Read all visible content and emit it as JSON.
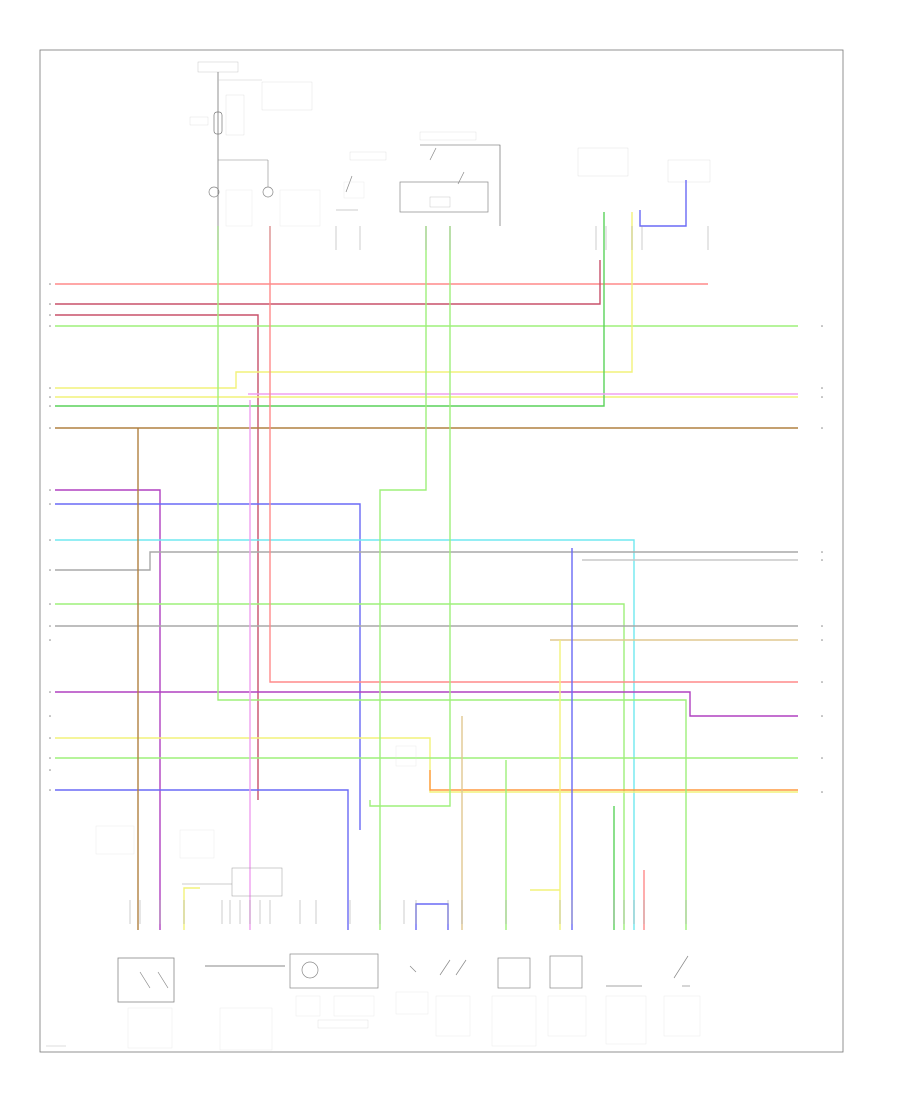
{
  "diagram": {
    "page_label": "",
    "colors": {
      "red": "#ff8a8a",
      "dark_red": "#c8506a",
      "pink": "#f0a0f0",
      "violet": "#b040c0",
      "yellow": "#f2f27a",
      "light_green": "#9ef07a",
      "green": "#5ad25a",
      "dark_green": "#3a9a3a",
      "orange": "#ff9a40",
      "brown": "#b08040",
      "blue": "#6a6af5",
      "cyan": "#70e8f0",
      "gray": "#a8a8a8",
      "tan": "#e0c890",
      "light_gray": "#c8c8c8"
    },
    "components": [
      {
        "id": "fuse-junction",
        "label": ""
      },
      {
        "id": "fuel-pump-inertia-switch",
        "label": ""
      },
      {
        "id": "fuel-pump-relay",
        "label": ""
      },
      {
        "id": "fuel-pump-assembly",
        "label": ""
      },
      {
        "id": "fuel-level-sensor",
        "label": ""
      },
      {
        "id": "fuel-temperature-sensor",
        "label": ""
      },
      {
        "id": "fuel-pressure-sensor",
        "label": ""
      },
      {
        "id": "rollover-valve",
        "label": ""
      },
      {
        "id": "evap-pressure-sensor",
        "label": ""
      },
      {
        "id": "evap-canister-purge-valve",
        "label": ""
      },
      {
        "id": "fuel-tank-pressure-sensor",
        "label": ""
      },
      {
        "id": "oil-pressure-switch",
        "label": ""
      },
      {
        "id": "speedometer",
        "label": ""
      },
      {
        "id": "instrument-cluster",
        "label": ""
      },
      {
        "id": "left-connector",
        "label": ""
      },
      {
        "id": "right-connector",
        "label": ""
      }
    ]
  }
}
